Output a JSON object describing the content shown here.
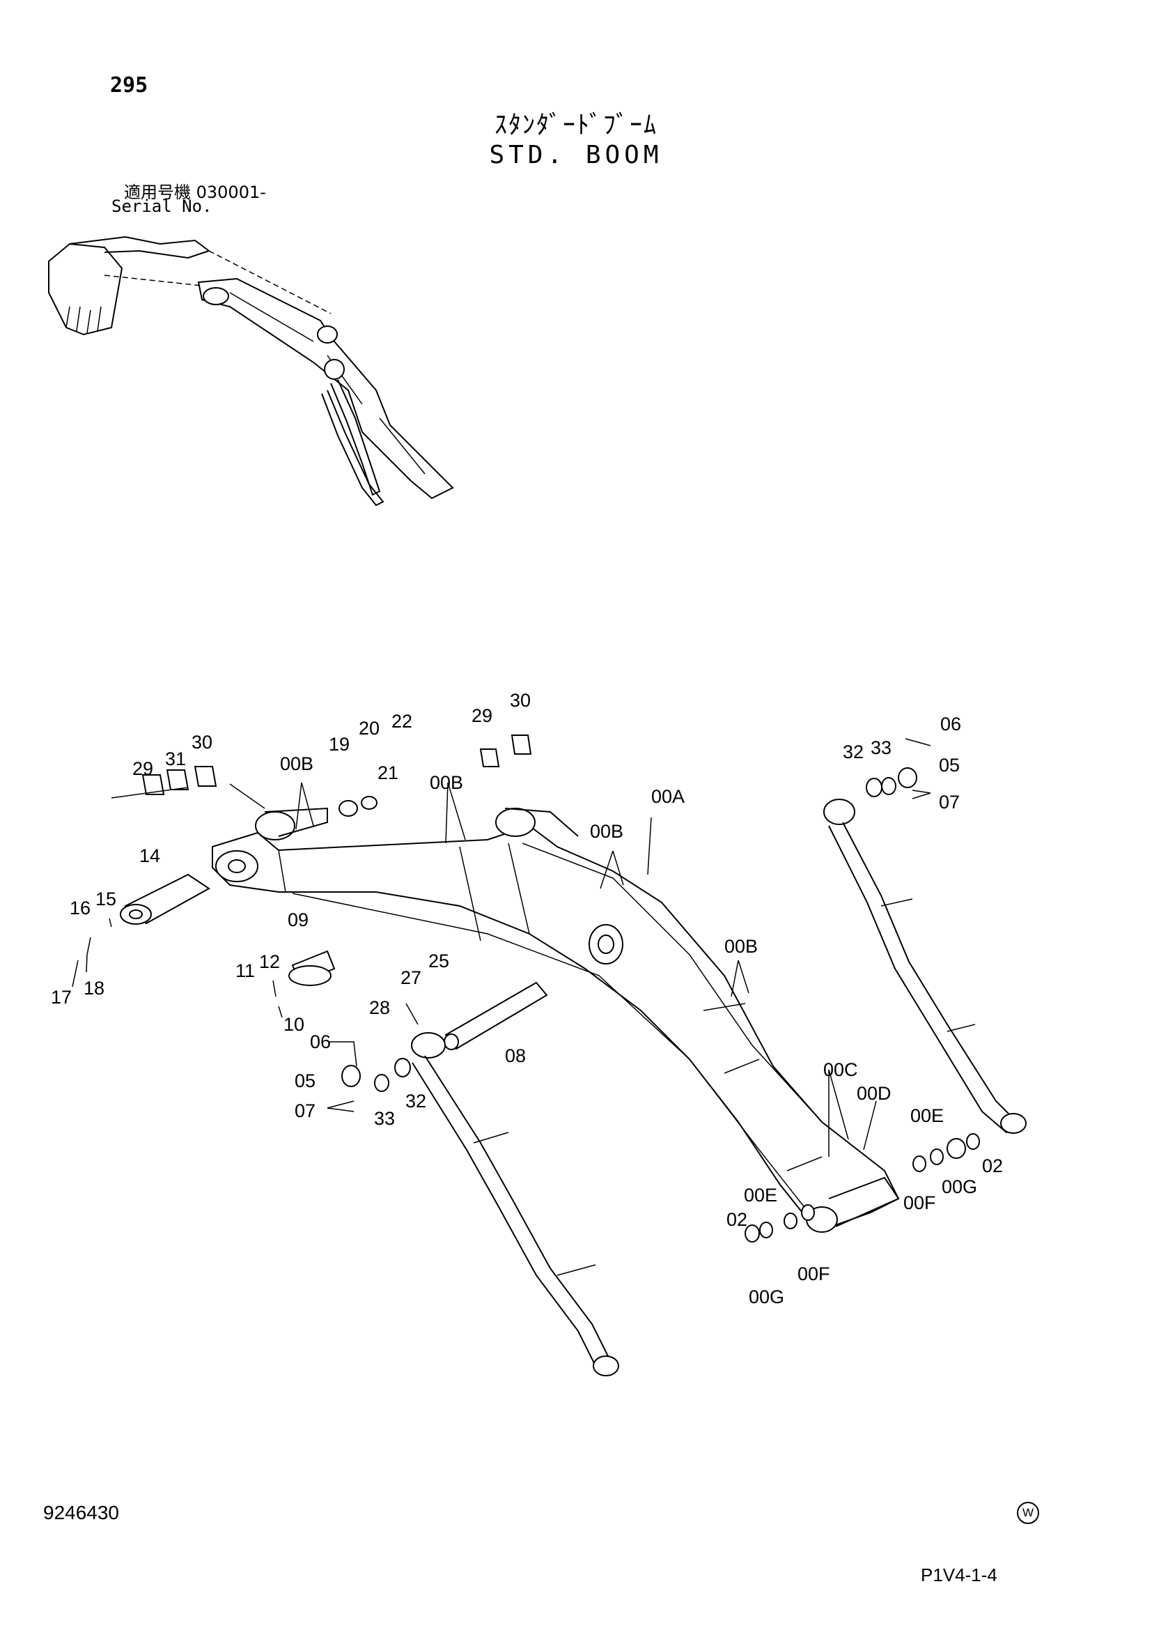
{
  "header": {
    "page_number": "295",
    "title_jp": "ｽﾀﾝﾀﾞｰﾄﾞﾌﾞｰﾑ",
    "title_en": "STD. BOOM",
    "serial_label_jp": "適用号機 030001-",
    "serial_label_en": "Serial No."
  },
  "footer": {
    "document_number": "9246430",
    "mark": "W",
    "page_code": "P1V4-1-4"
  },
  "callouts": {
    "c00a": "00A",
    "c00b1": "00B",
    "c00b2": "00B",
    "c00b3": "00B",
    "c00b4": "00B",
    "c00c": "00C",
    "c00d": "00D",
    "c00e1": "00E",
    "c00e2": "00E",
    "c00f1": "00F",
    "c00f2": "00F",
    "c00g1": "00G",
    "c00g2": "00G",
    "c02a": "02",
    "c02b": "02",
    "c05a": "05",
    "c05b": "05",
    "c06a": "06",
    "c06b": "06",
    "c07a": "07",
    "c07b": "07",
    "c08": "08",
    "c09": "09",
    "c10": "10",
    "c11": "11",
    "c12": "12",
    "c14": "14",
    "c15": "15",
    "c16": "16",
    "c17": "17",
    "c18": "18",
    "c19": "19",
    "c20": "20",
    "c21": "21",
    "c22": "22",
    "c25": "25",
    "c27": "27",
    "c28": "28",
    "c29a": "29",
    "c29b": "29",
    "c30a": "30",
    "c30b": "30",
    "c31": "31",
    "c32a": "32",
    "c32b": "32",
    "c33a": "33",
    "c33b": "33"
  }
}
